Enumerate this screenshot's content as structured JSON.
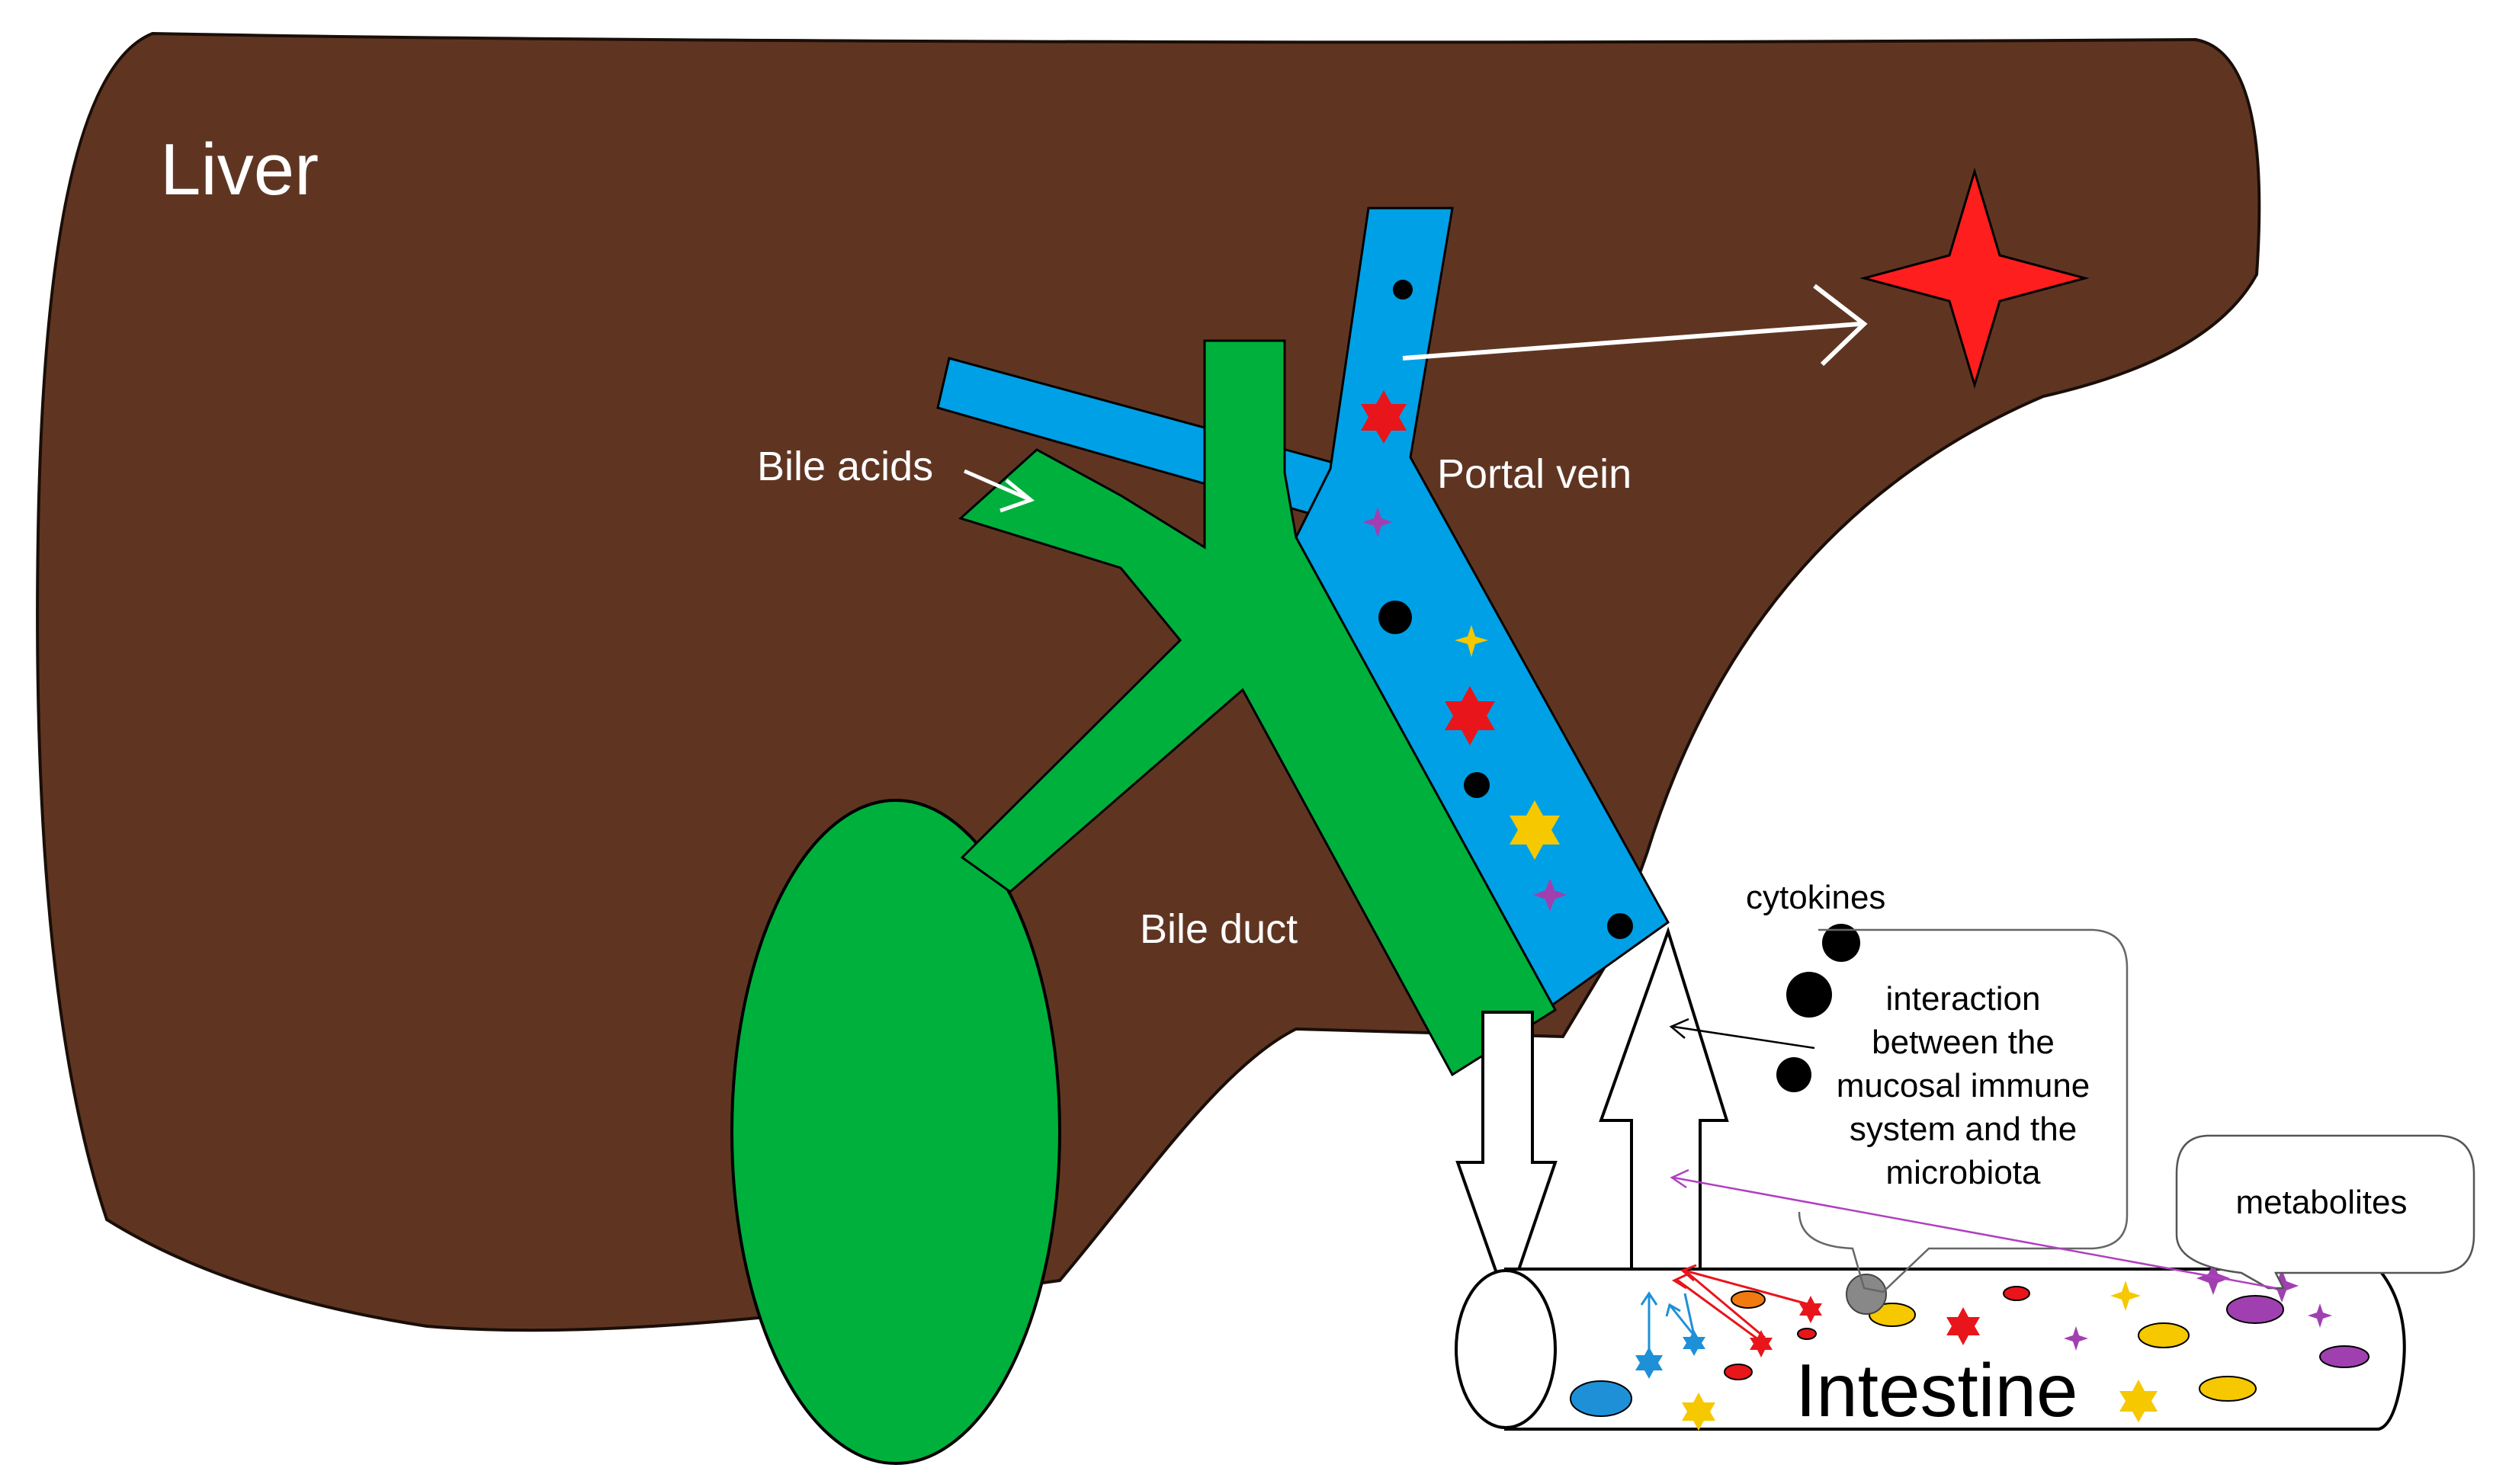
{
  "labels": {
    "liver": "Liver",
    "portal_vein": "Portal vein",
    "bile_acids": "Bile acids",
    "bile_duct": "Bile duct",
    "cytokines": "cytokines",
    "interaction": [
      "interaction",
      "between the",
      "mucosal immune",
      "system and the",
      "microbiota"
    ],
    "metabolites": "metabolites",
    "intestine": "Intestine"
  },
  "colors": {
    "liver": "#5f3522",
    "portal_vein": "#00a0e6",
    "bile_duct": "#00b03c",
    "damage_star": "#ff1e1e",
    "metabolite_purple": "#a040b0",
    "yellow": "#f5c800",
    "red": "#e8151b",
    "orange": "#f07a10",
    "grey": "#888888",
    "white": "#ffffff",
    "black": "#000000"
  }
}
